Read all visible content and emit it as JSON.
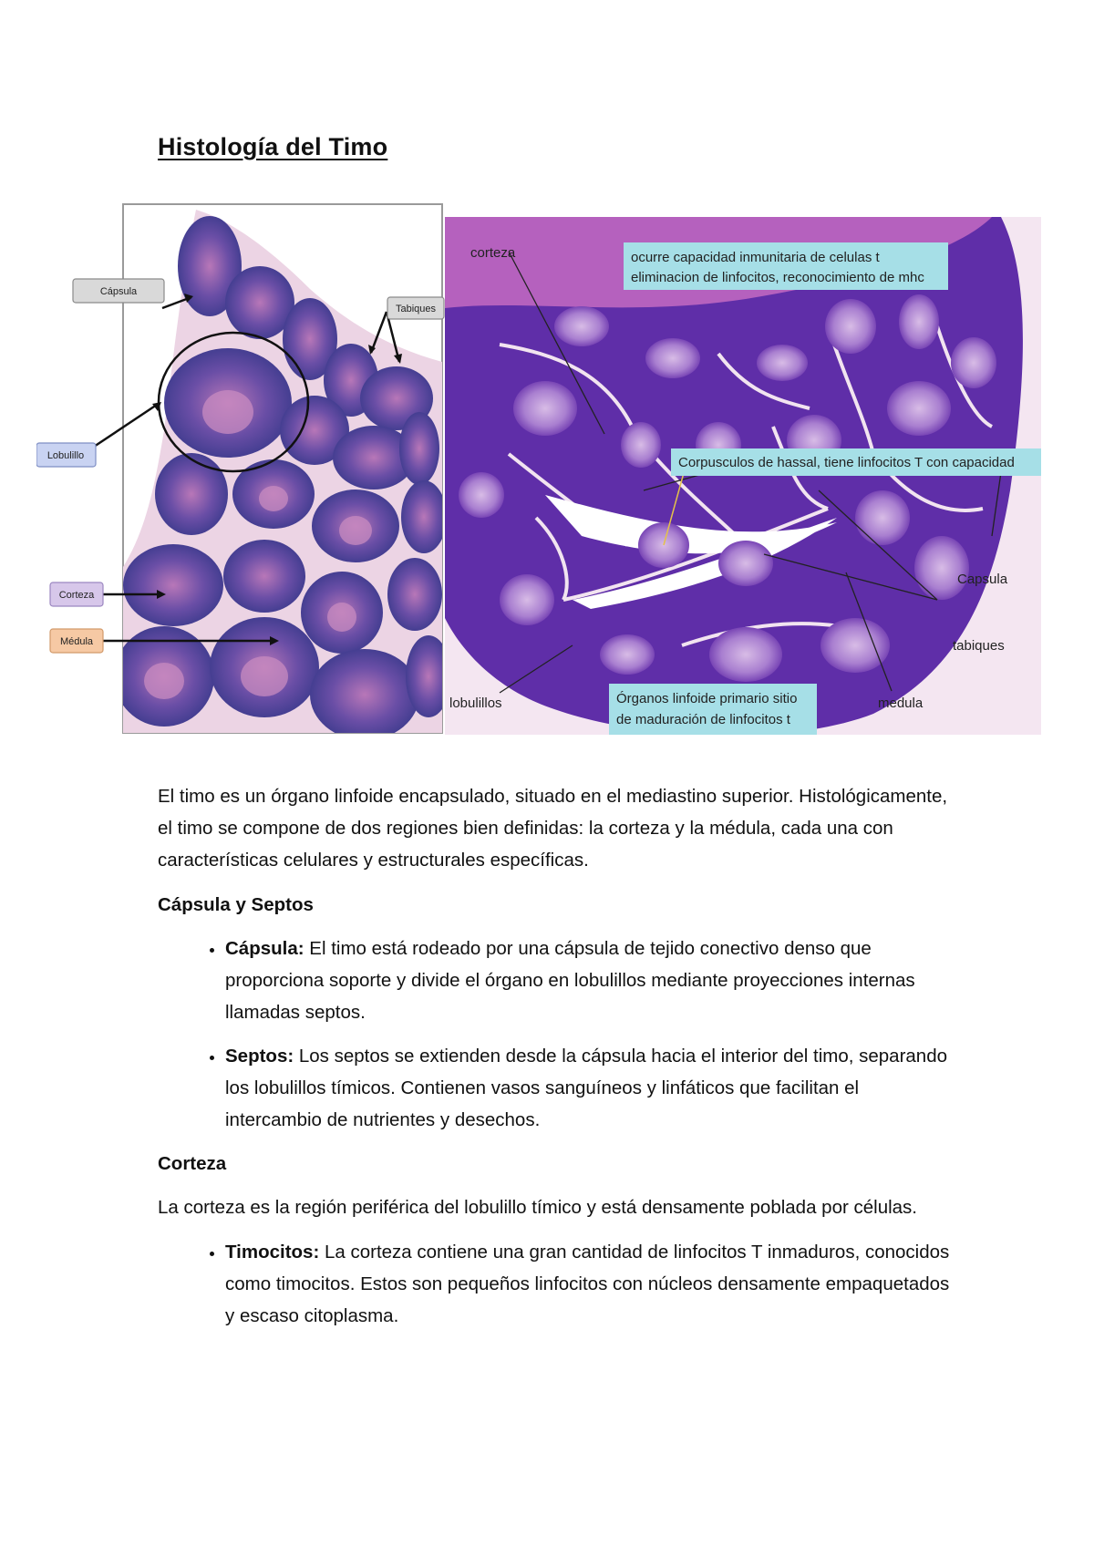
{
  "document": {
    "title": "Histología del Timo"
  },
  "figure_left": {
    "labels": {
      "capsula": "Cápsula",
      "tabiques": "Tabiques",
      "lobulillo": "Lobulillo",
      "corteza": "Corteza",
      "medula": "Médula"
    },
    "colors": {
      "capsula_bg": "#d9d9d9",
      "tabiques_bg": "#d9d9d9",
      "lobulillo_bg": "#c9d3f2",
      "corteza_bg": "#d7c7ea",
      "medula_bg": "#f6c9a4",
      "tissue_dark": "#3f3c8f",
      "tissue_pink": "#b25aa0",
      "septa": "#ecd4e4"
    }
  },
  "figure_right": {
    "labels": {
      "corteza": "corteza",
      "note_top_line1": "ocurre capacidad inmunitaria de celulas t",
      "note_top_line2": "eliminacion de linfocitos, reconocimiento de mhc",
      "note_hassal": "Corpusculos de hassal, tiene linfocitos T con capacidad",
      "capsula": "Capsula",
      "tabiques": "tabiques",
      "medula": "medula",
      "lobulillos": "lobulillos",
      "note_bottom_line1": "Órganos linfoide primario sitio",
      "note_bottom_line2": "de maduración de linfocitos t"
    },
    "colors": {
      "note_bg": "#a6dfe7",
      "tissue_dark": "#5f2ea8",
      "tissue_pink": "#c46ac2",
      "medulla": "#b38ad6"
    }
  },
  "text": {
    "intro": "El timo es un órgano linfoide encapsulado, situado en el mediastino superior. Histológicamente, el timo se compone de dos regiones bien definidas: la corteza y la médula, cada una con características celulares y estructurales específicas.",
    "section1_heading": "Cápsula y Septos",
    "section1_items": [
      {
        "term": "Cápsula:",
        "text": " El timo está rodeado por una cápsula de tejido conectivo denso que proporciona soporte y divide el órgano en lobulillos mediante proyecciones internas llamadas septos."
      },
      {
        "term": "Septos:",
        "text": " Los septos se extienden desde la cápsula hacia el interior del timo, separando los lobulillos tímicos. Contienen vasos sanguíneos y linfáticos que facilitan el intercambio de nutrientes y desechos."
      }
    ],
    "section2_heading": "Corteza",
    "section2_intro": "La corteza es la región periférica del lobulillo tímico y está densamente poblada por células.",
    "section2_items": [
      {
        "term": "Timocitos:",
        "text": " La corteza contiene una gran cantidad de linfocitos T inmaduros, conocidos como timocitos. Estos son pequeños linfocitos con núcleos densamente empaquetados y escaso citoplasma."
      }
    ]
  }
}
